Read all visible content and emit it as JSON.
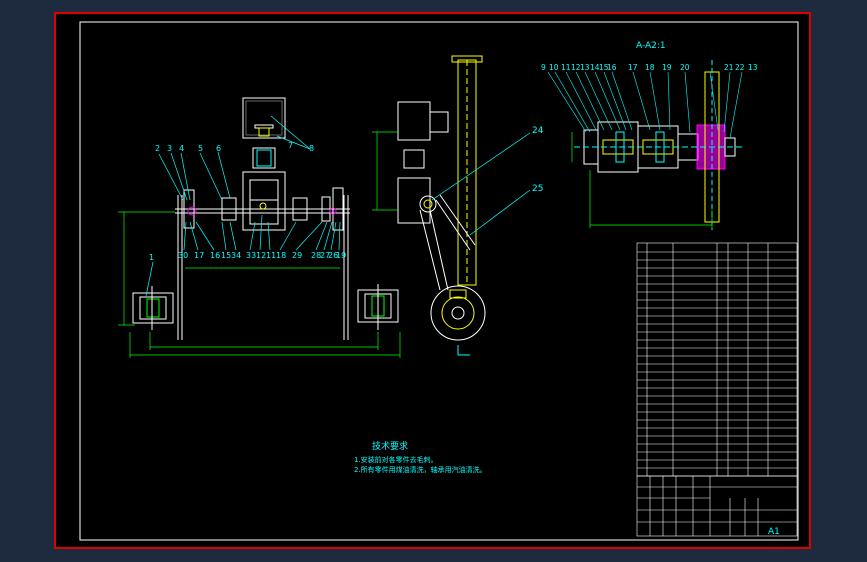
{
  "section_title": "A-A2:1",
  "tech_title": "技术要求",
  "tech_lines": [
    "1.安装前对各零件去毛刺。",
    "2.所有零件用煤油清洗，轴承用汽油清洗。"
  ],
  "balloons_main": [
    "2",
    "3",
    "4",
    "5",
    "6",
    "7",
    "8",
    "1",
    "30",
    "17",
    "16",
    "15",
    "34",
    "33",
    "12",
    "11",
    "18",
    "29",
    "28",
    "27",
    "26",
    "19"
  ],
  "balloons_side": [
    "24",
    "25"
  ],
  "balloons_section": [
    "9",
    "10",
    "11",
    "12",
    "13",
    "14",
    "15",
    "16",
    "17",
    "18",
    "19",
    "20",
    "21",
    "22",
    "13"
  ],
  "sheet_label": "A1",
  "colors": {
    "background": "#1e2b3f",
    "frame": "#e00000",
    "paper": "#000000",
    "line": "#ffffff",
    "yellow": "#ffff00",
    "cyan": "#00ffff",
    "green": "#00ff00",
    "magenta": "#ff00ff"
  }
}
